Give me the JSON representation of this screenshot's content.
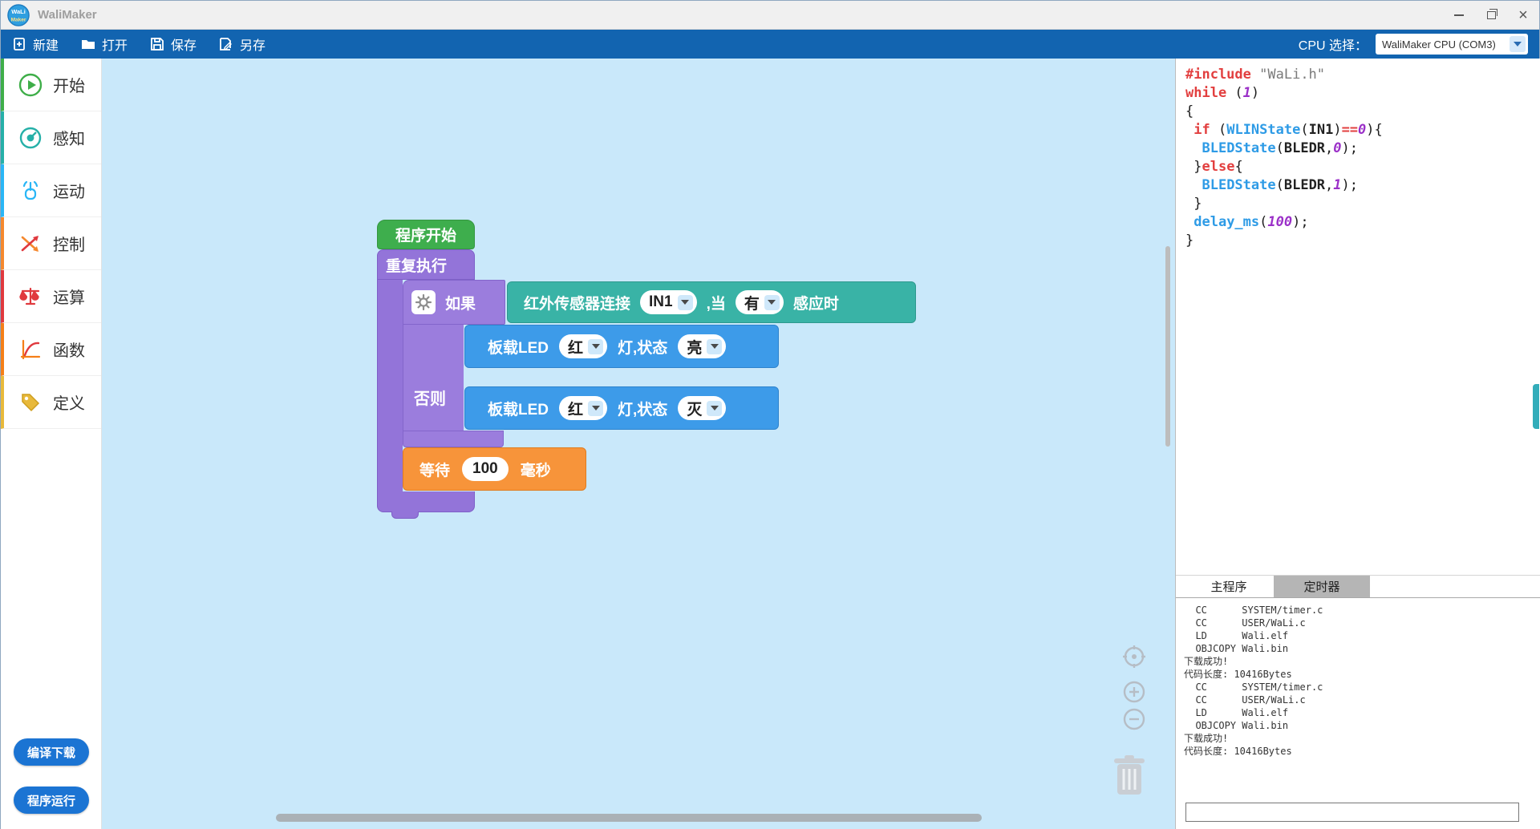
{
  "window": {
    "title": "WaliMaker",
    "close_glyph": "×"
  },
  "toolbar": {
    "new": "新建",
    "open": "打开",
    "save": "保存",
    "save_as": "另存",
    "cpu_label": "CPU 选择：",
    "cpu_value": "WaliMaker CPU (COM3)"
  },
  "sidebar": {
    "categories": [
      {
        "label": "开始",
        "color": "#3fae49"
      },
      {
        "label": "感知",
        "color": "#26b0a8"
      },
      {
        "label": "运动",
        "color": "#29b6f6"
      },
      {
        "label": "控制",
        "color": "#f5882e"
      },
      {
        "label": "运算",
        "color": "#e0393e"
      },
      {
        "label": "函数",
        "color": "#f57f17"
      },
      {
        "label": "定义",
        "color": "#e8b93b"
      }
    ],
    "compile_button": "编译下载",
    "run_button": "程序运行"
  },
  "blocks": {
    "start_label": "程序开始",
    "repeat_label": "重复执行",
    "if_label": "如果",
    "else_label": "否则",
    "sensor": {
      "text1": "红外传感器连接",
      "port": "IN1",
      "text2": ",当",
      "state": "有",
      "text3": "感应时"
    },
    "led_then": {
      "text1": "板载LED",
      "color": "红",
      "text2": "灯,状态",
      "state": "亮"
    },
    "led_else": {
      "text1": "板载LED",
      "color": "红",
      "text2": "灯,状态",
      "state": "灭"
    },
    "wait": {
      "text1": "等待",
      "value": "100",
      "text2": "毫秒"
    }
  },
  "code_panel": {
    "lines": [
      [
        {
          "t": "#include",
          "c": "kw"
        },
        {
          "t": " ",
          "c": "p"
        },
        {
          "t": "\"WaLi.h\"",
          "c": "str"
        }
      ],
      [
        {
          "t": "while",
          "c": "kw"
        },
        {
          "t": " (",
          "c": "p"
        },
        {
          "t": "1",
          "c": "num"
        },
        {
          "t": ")",
          "c": "p"
        }
      ],
      [
        {
          "t": "{",
          "c": "p"
        }
      ],
      [
        {
          "t": " ",
          "c": "p"
        },
        {
          "t": "if",
          "c": "kw"
        },
        {
          "t": " (",
          "c": "p"
        },
        {
          "t": "WLINState",
          "c": "fn"
        },
        {
          "t": "(",
          "c": "p"
        },
        {
          "t": "IN1",
          "c": "id"
        },
        {
          "t": ")",
          "c": "p"
        },
        {
          "t": "==",
          "c": "kw"
        },
        {
          "t": "0",
          "c": "num"
        },
        {
          "t": "){",
          "c": "p"
        }
      ],
      [
        {
          "t": "  ",
          "c": "p"
        },
        {
          "t": "BLEDState",
          "c": "fn"
        },
        {
          "t": "(",
          "c": "p"
        },
        {
          "t": "BLEDR",
          "c": "id"
        },
        {
          "t": ",",
          "c": "p"
        },
        {
          "t": "0",
          "c": "num"
        },
        {
          "t": ");",
          "c": "p"
        }
      ],
      [
        {
          "t": " }",
          "c": "p"
        },
        {
          "t": "else",
          "c": "kw"
        },
        {
          "t": "{",
          "c": "p"
        }
      ],
      [
        {
          "t": "  ",
          "c": "p"
        },
        {
          "t": "BLEDState",
          "c": "fn"
        },
        {
          "t": "(",
          "c": "p"
        },
        {
          "t": "BLEDR",
          "c": "id"
        },
        {
          "t": ",",
          "c": "p"
        },
        {
          "t": "1",
          "c": "num"
        },
        {
          "t": ");",
          "c": "p"
        }
      ],
      [
        {
          "t": " }",
          "c": "p"
        }
      ],
      [
        {
          "t": " ",
          "c": "p"
        },
        {
          "t": "delay_ms",
          "c": "fn"
        },
        {
          "t": "(",
          "c": "p"
        },
        {
          "t": "100",
          "c": "num"
        },
        {
          "t": ");",
          "c": "p"
        }
      ],
      [
        {
          "t": "}",
          "c": "p"
        }
      ]
    ]
  },
  "tabs": {
    "main": "主程序",
    "timer": "定时器"
  },
  "console": {
    "lines": [
      "  CC      SYSTEM/timer.c",
      "  CC      USER/WaLi.c",
      "  LD      Wali.elf",
      "  OBJCOPY Wali.bin",
      "下载成功!",
      "代码长度: 10416Bytes",
      "  CC      SYSTEM/timer.c",
      "  CC      USER/WaLi.c",
      "  LD      Wali.elf",
      "  OBJCOPY Wali.bin",
      "下载成功!",
      "代码长度: 10416Bytes"
    ]
  }
}
